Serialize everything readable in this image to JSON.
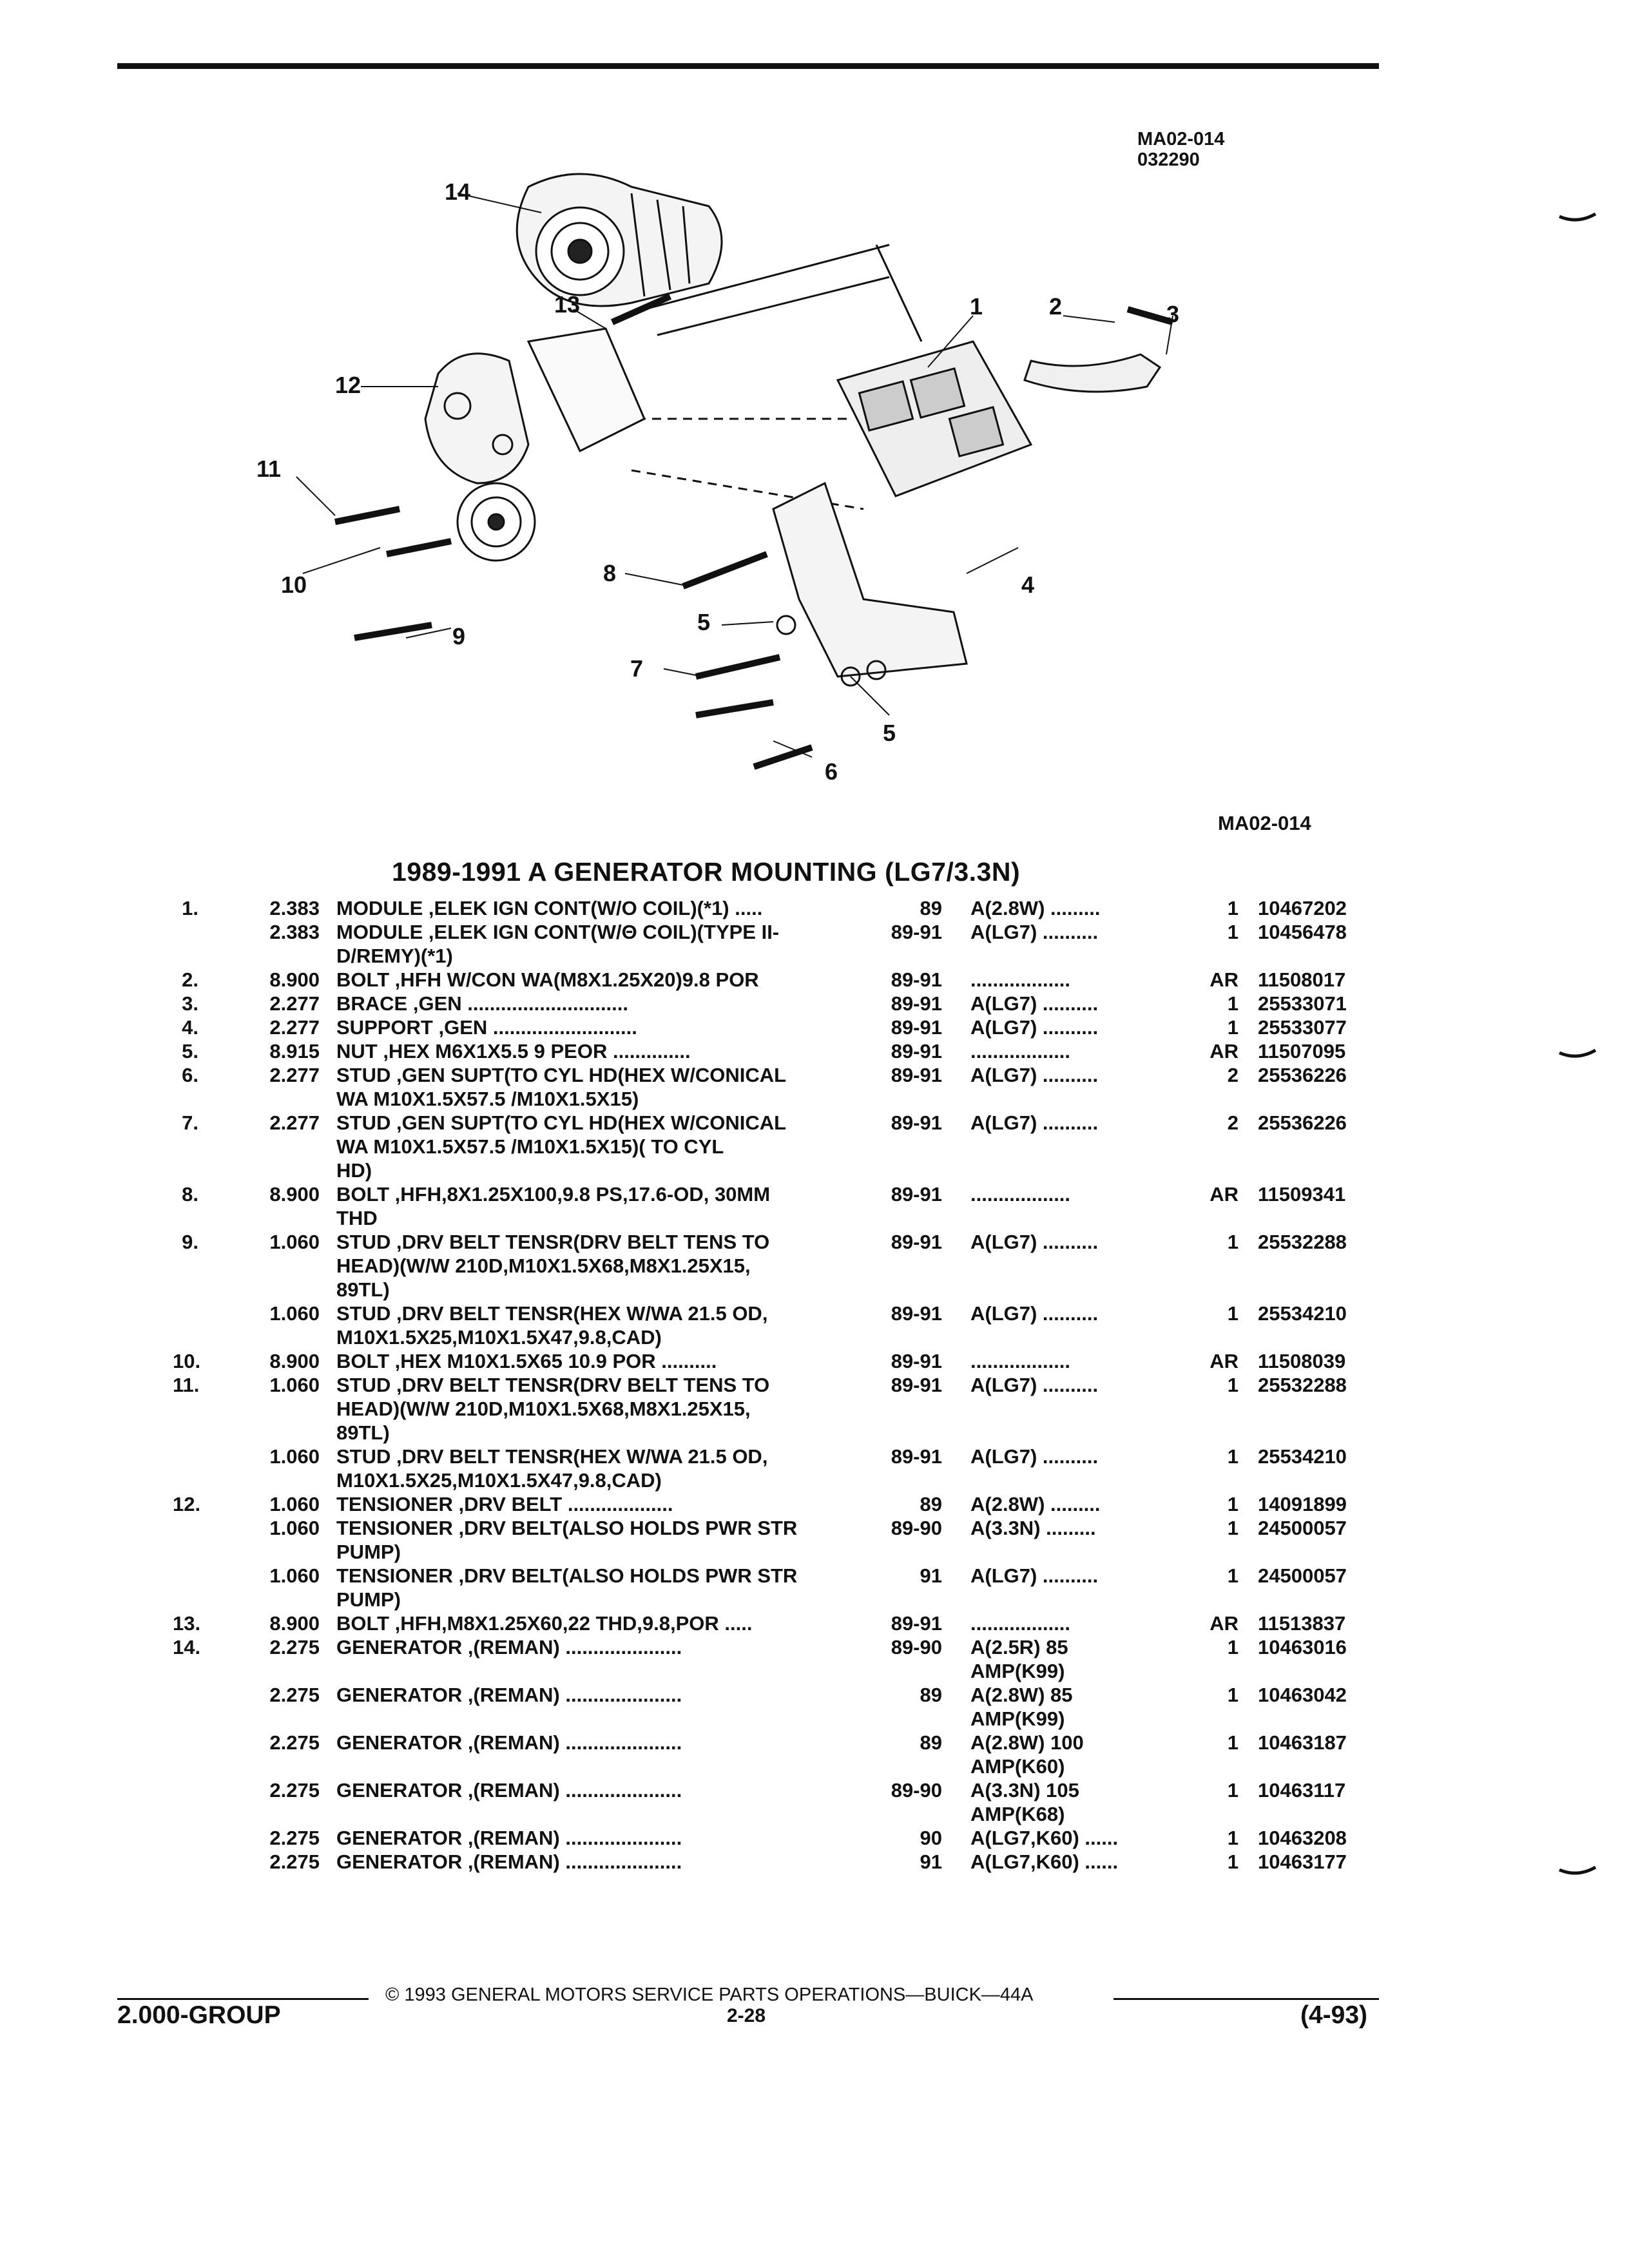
{
  "header": {
    "figure_code": "MA02-014",
    "figure_date": "032290",
    "figure_code_bottom": "MA02-014"
  },
  "diagram": {
    "callouts": [
      "14",
      "13",
      "12",
      "11",
      "10",
      "9",
      "8",
      "7",
      "6",
      "5",
      "5",
      "4",
      "3",
      "2",
      "1"
    ]
  },
  "title": "1989-1991 A GENERATOR MOUNTING (LG7/3.3N)",
  "parts": [
    {
      "item": "1.",
      "group": "2.383",
      "desc": "MODULE ,ELEK IGN CONT(W/O COIL)(*1) .....",
      "year": "89",
      "app": "A(2.8W) .........",
      "qty": "1",
      "pn": "10467202"
    },
    {
      "item": "",
      "group": "2.383",
      "desc": "MODULE ,ELEK IGN CONT(W/Θ COIL)(TYPE II-",
      "year": "89-91",
      "app": "A(LG7) ..........",
      "qty": "1",
      "pn": "10456478"
    },
    {
      "item": "",
      "group": "",
      "desc": "D/REMY)(*1)",
      "year": "",
      "app": "",
      "qty": "",
      "pn": ""
    },
    {
      "item": "2.",
      "group": "8.900",
      "desc": "BOLT ,HFH W/CON WA(M8X1.25X20)9.8 POR",
      "year": "89-91",
      "app": "..................",
      "qty": "AR",
      "pn": "11508017"
    },
    {
      "item": "3.",
      "group": "2.277",
      "desc": "BRACE ,GEN .............................",
      "year": "89-91",
      "app": "A(LG7) ..........",
      "qty": "1",
      "pn": "25533071"
    },
    {
      "item": "4.",
      "group": "2.277",
      "desc": "SUPPORT ,GEN ..........................",
      "year": "89-91",
      "app": "A(LG7) ..........",
      "qty": "1",
      "pn": "25533077"
    },
    {
      "item": "5.",
      "group": "8.915",
      "desc": "NUT ,HEX M6X1X5.5 9 PEOR ..............",
      "year": "89-91",
      "app": "..................",
      "qty": "AR",
      "pn": "11507095"
    },
    {
      "item": "6.",
      "group": "2.277",
      "desc": "STUD ,GEN SUPT(TO CYL HD(HEX W/CONICAL",
      "year": "89-91",
      "app": "A(LG7) ..........",
      "qty": "2",
      "pn": "25536226"
    },
    {
      "item": "",
      "group": "",
      "desc": "WA M10X1.5X57.5 /M10X1.5X15)",
      "year": "",
      "app": "",
      "qty": "",
      "pn": ""
    },
    {
      "item": "7.",
      "group": "2.277",
      "desc": "STUD ,GEN SUPT(TO CYL HD(HEX W/CONICAL",
      "year": "89-91",
      "app": "A(LG7) ..........",
      "qty": "2",
      "pn": "25536226"
    },
    {
      "item": "",
      "group": "",
      "desc": "WA M10X1.5X57.5 /M10X1.5X15)( TO CYL",
      "year": "",
      "app": "",
      "qty": "",
      "pn": ""
    },
    {
      "item": "",
      "group": "",
      "desc": "HD)",
      "year": "",
      "app": "",
      "qty": "",
      "pn": ""
    },
    {
      "item": "8.",
      "group": "8.900",
      "desc": "BOLT ,HFH,8X1.25X100,9.8 PS,17.6-OD, 30MM",
      "year": "89-91",
      "app": "..................",
      "qty": "AR",
      "pn": "11509341"
    },
    {
      "item": "",
      "group": "",
      "desc": "THD",
      "year": "",
      "app": "",
      "qty": "",
      "pn": ""
    },
    {
      "item": "9.",
      "group": "1.060",
      "desc": "STUD ,DRV BELT TENSR(DRV BELT TENS TO",
      "year": "89-91",
      "app": "A(LG7) ..........",
      "qty": "1",
      "pn": "25532288"
    },
    {
      "item": "",
      "group": "",
      "desc": "HEAD)(W/W 210D,M10X1.5X68,M8X1.25X15,",
      "year": "",
      "app": "",
      "qty": "",
      "pn": ""
    },
    {
      "item": "",
      "group": "",
      "desc": "89TL)",
      "year": "",
      "app": "",
      "qty": "",
      "pn": ""
    },
    {
      "item": "",
      "group": "1.060",
      "desc": "STUD ,DRV BELT TENSR(HEX W/WA 21.5 OD,",
      "year": "89-91",
      "app": "A(LG7) ..........",
      "qty": "1",
      "pn": "25534210"
    },
    {
      "item": "",
      "group": "",
      "desc": "M10X1.5X25,M10X1.5X47,9.8,CAD)",
      "year": "",
      "app": "",
      "qty": "",
      "pn": ""
    },
    {
      "item": "10.",
      "group": "8.900",
      "desc": "BOLT ,HEX M10X1.5X65 10.9 POR ..........",
      "year": "89-91",
      "app": "..................",
      "qty": "AR",
      "pn": "11508039"
    },
    {
      "item": "11.",
      "group": "1.060",
      "desc": "STUD ,DRV BELT TENSR(DRV BELT TENS TO",
      "year": "89-91",
      "app": "A(LG7) ..........",
      "qty": "1",
      "pn": "25532288"
    },
    {
      "item": "",
      "group": "",
      "desc": "HEAD)(W/W 210D,M10X1.5X68,M8X1.25X15,",
      "year": "",
      "app": "",
      "qty": "",
      "pn": ""
    },
    {
      "item": "",
      "group": "",
      "desc": "89TL)",
      "year": "",
      "app": "",
      "qty": "",
      "pn": ""
    },
    {
      "item": "",
      "group": "1.060",
      "desc": "STUD ,DRV BELT TENSR(HEX W/WA 21.5 OD,",
      "year": "89-91",
      "app": "A(LG7) ..........",
      "qty": "1",
      "pn": "25534210"
    },
    {
      "item": "",
      "group": "",
      "desc": "M10X1.5X25,M10X1.5X47,9.8,CAD)",
      "year": "",
      "app": "",
      "qty": "",
      "pn": ""
    },
    {
      "item": "12.",
      "group": "1.060",
      "desc": "TENSIONER ,DRV BELT ...................",
      "year": "89",
      "app": "A(2.8W) .........",
      "qty": "1",
      "pn": "14091899"
    },
    {
      "item": "",
      "group": "1.060",
      "desc": "TENSIONER ,DRV BELT(ALSO HOLDS PWR STR",
      "year": "89-90",
      "app": "A(3.3N) .........",
      "qty": "1",
      "pn": "24500057"
    },
    {
      "item": "",
      "group": "",
      "desc": "PUMP)",
      "year": "",
      "app": "",
      "qty": "",
      "pn": ""
    },
    {
      "item": "",
      "group": "1.060",
      "desc": "TENSIONER ,DRV BELT(ALSO HOLDS PWR STR",
      "year": "91",
      "app": "A(LG7) ..........",
      "qty": "1",
      "pn": "24500057"
    },
    {
      "item": "",
      "group": "",
      "desc": "PUMP)",
      "year": "",
      "app": "",
      "qty": "",
      "pn": ""
    },
    {
      "item": "13.",
      "group": "8.900",
      "desc": "BOLT ,HFH,M8X1.25X60,22 THD,9.8,POR .....",
      "year": "89-91",
      "app": "..................",
      "qty": "AR",
      "pn": "11513837"
    },
    {
      "item": "14.",
      "group": "2.275",
      "desc": "GENERATOR ,(REMAN) .....................",
      "year": "89-90",
      "app": "A(2.5R) 85",
      "qty": "1",
      "pn": "10463016"
    },
    {
      "item": "",
      "group": "",
      "desc": "",
      "year": "",
      "app": "AMP(K99)",
      "qty": "",
      "pn": ""
    },
    {
      "item": "",
      "group": "2.275",
      "desc": "GENERATOR ,(REMAN) .....................",
      "year": "89",
      "app": "A(2.8W) 85",
      "qty": "1",
      "pn": "10463042"
    },
    {
      "item": "",
      "group": "",
      "desc": "",
      "year": "",
      "app": "AMP(K99)",
      "qty": "",
      "pn": ""
    },
    {
      "item": "",
      "group": "2.275",
      "desc": "GENERATOR ,(REMAN) .....................",
      "year": "89",
      "app": "A(2.8W) 100",
      "qty": "1",
      "pn": "10463187"
    },
    {
      "item": "",
      "group": "",
      "desc": "",
      "year": "",
      "app": "AMP(K60)",
      "qty": "",
      "pn": ""
    },
    {
      "item": "",
      "group": "2.275",
      "desc": "GENERATOR ,(REMAN) .....................",
      "year": "89-90",
      "app": "A(3.3N) 105",
      "qty": "1",
      "pn": "10463117"
    },
    {
      "item": "",
      "group": "",
      "desc": "",
      "year": "",
      "app": "AMP(K68)",
      "qty": "",
      "pn": ""
    },
    {
      "item": "",
      "group": "2.275",
      "desc": "GENERATOR ,(REMAN) .....................",
      "year": "90",
      "app": "A(LG7,K60) ......",
      "qty": "1",
      "pn": "10463208"
    },
    {
      "item": "",
      "group": "2.275",
      "desc": "GENERATOR ,(REMAN) .....................",
      "year": "91",
      "app": "A(LG7,K60) ......",
      "qty": "1",
      "pn": "10463177"
    }
  ],
  "footer": {
    "copyright": "© 1993 GENERAL MOTORS SERVICE PARTS OPERATIONS—BUICK—44A",
    "group": "2.000-GROUP",
    "page": "2-28",
    "revision": "(4-93)"
  }
}
